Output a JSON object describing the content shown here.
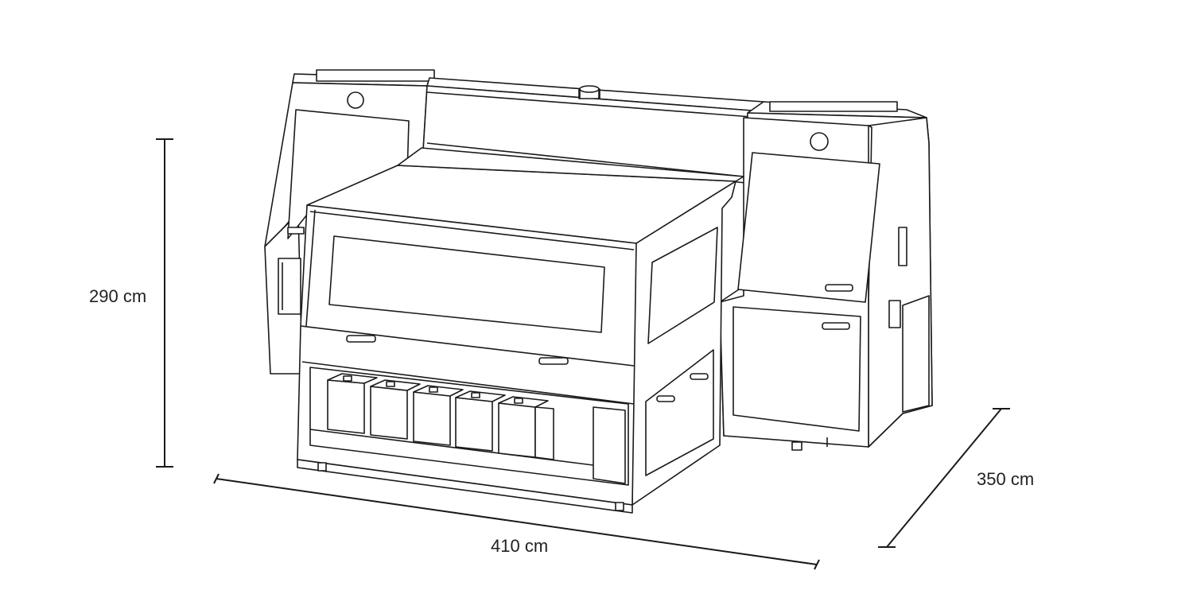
{
  "dimensions": {
    "height_label": "290 cm",
    "width_label": "410 cm",
    "depth_label": "350 cm"
  },
  "colors": {
    "line": "#1a1a1a",
    "panel": "#ffffff",
    "background": "#ffffff"
  },
  "ink_tanks": {
    "count": 5
  }
}
